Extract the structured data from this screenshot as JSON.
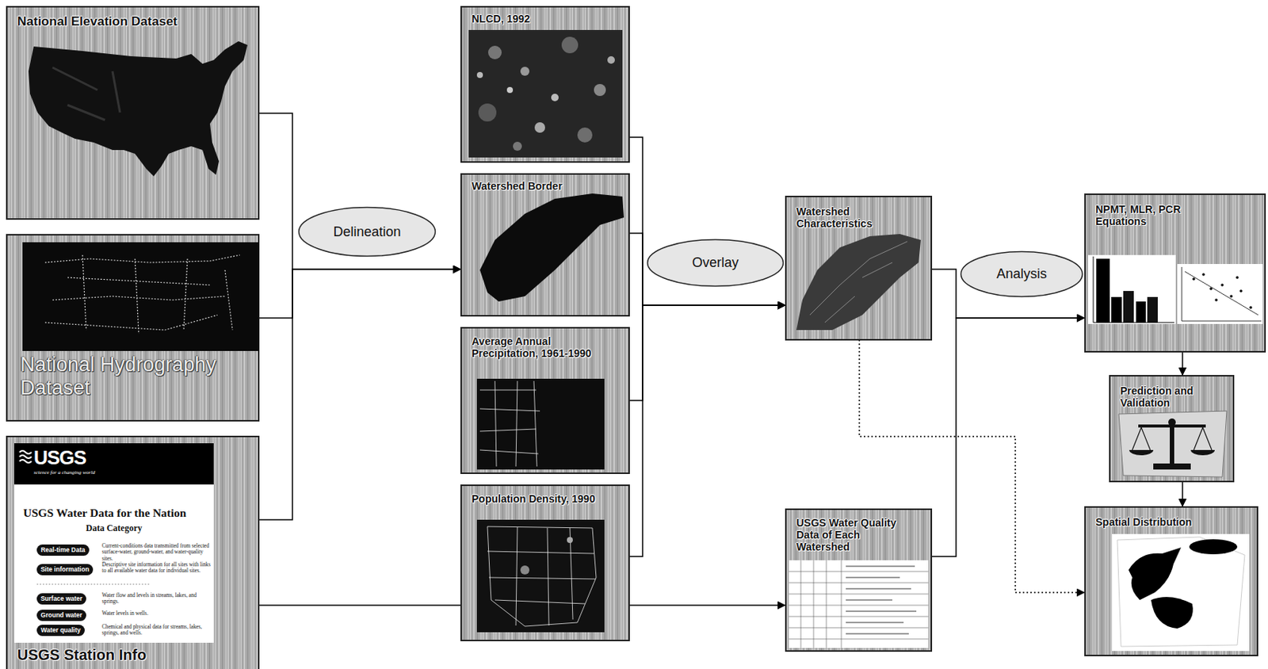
{
  "diagram": {
    "nodes": [
      {
        "text": [
          "National Elevation Dataset"
        ]
      },
      {
        "text": [
          "National Hydrography Dataset"
        ]
      },
      {
        "text": [
          "USGS",
          "science for a changing world",
          "USGS Water Data for the Nation",
          "Data Category",
          "Current-conditions data transmitted from selected surface-water, ground-water, and water-quality sites.",
          "Descriptive site information for all sites with links to all available water data for individual sites.",
          "Water flow and levels in streams, lakes, and springs.",
          "Water levels in wells.",
          "Chemical and physical data for streams, lakes, springs, and wells.",
          "USGS Station Info"
        ]
      },
      {
        "text": [
          "Real-time Data"
        ],
        "in": 2
      },
      {
        "text": [
          "Site information"
        ],
        "in": 2
      },
      {
        "text": [
          "Surface water"
        ],
        "in": 2
      },
      {
        "text": [
          "Ground water"
        ],
        "in": 2
      },
      {
        "text": [
          "Water quality"
        ],
        "in": 2
      },
      {
        "text": [
          "Delineation"
        ]
      },
      {
        "text": [
          "NLCD, 1992"
        ]
      },
      {
        "text": [
          "Watershed Border"
        ]
      },
      {
        "text": [
          "Average Annual Precipitation, 1961-1990"
        ]
      },
      {
        "text": [
          "Population Density, 1990"
        ]
      },
      {
        "text": [
          "Overlay"
        ]
      },
      {
        "text": [
          "Watershed Characteristics"
        ]
      },
      {
        "text": [
          "USGS Water Quality Data of Each Watershed"
        ]
      },
      {
        "text": [
          "Analysis"
        ]
      },
      {
        "text": [
          "NPMT, MLR, PCR Equations"
        ]
      },
      {
        "text": [
          "Prediction and Validation"
        ]
      },
      {
        "text": [
          "Spatial Distribution"
        ]
      }
    ],
    "edges": [
      {
        "from": 0,
        "to": 10,
        "arrow": "to"
      },
      {
        "from": 1,
        "to": 10,
        "arrow": "to"
      },
      {
        "from": 2,
        "to": 10,
        "arrow": "to"
      },
      {
        "from": 2,
        "to": 15,
        "arrow": "to"
      },
      {
        "from": 9,
        "to": 14,
        "arrow": "to"
      },
      {
        "from": 10,
        "to": 14,
        "arrow": "to"
      },
      {
        "from": 11,
        "to": 14,
        "arrow": "to"
      },
      {
        "from": 12,
        "to": 14,
        "arrow": "to"
      },
      {
        "from": 14,
        "to": 17,
        "arrow": "to"
      },
      {
        "from": 15,
        "to": 17,
        "arrow": "to"
      },
      {
        "from": 17,
        "to": 18,
        "arrow": "to"
      },
      {
        "from": 18,
        "to": 19,
        "arrow": "to"
      },
      {
        "from": 14,
        "to": 19,
        "arrow": "to"
      }
    ]
  }
}
